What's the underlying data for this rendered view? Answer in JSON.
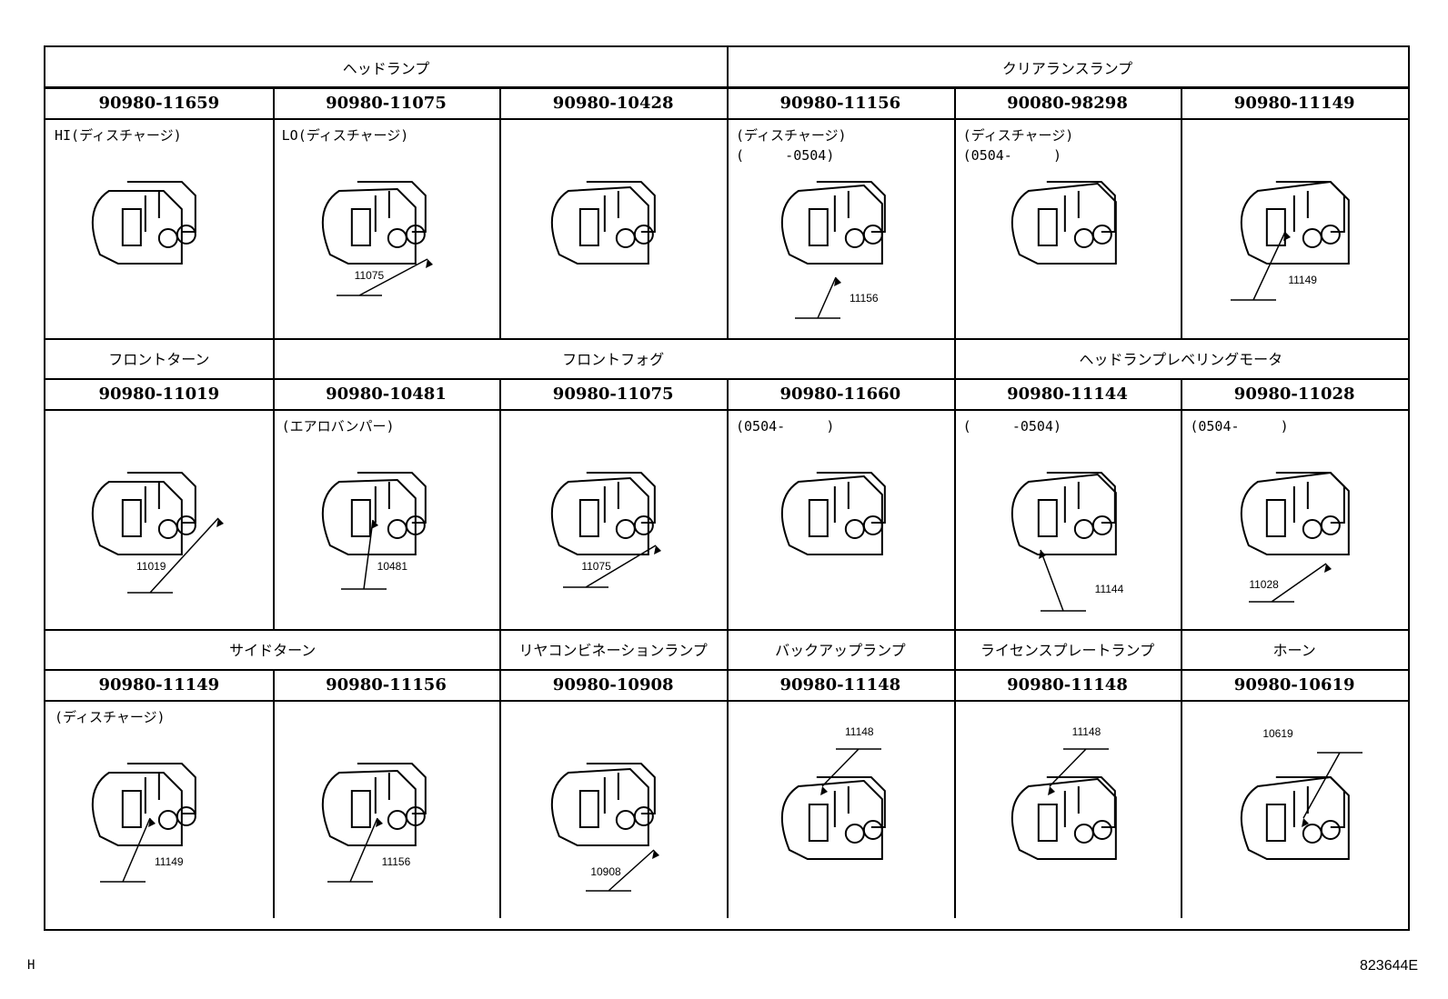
{
  "rows": [
    {
      "categories": [
        {
          "label": "ヘッドランプ"
        },
        {
          "label": "クリアランスランプ"
        }
      ],
      "parts": [
        {
          "part_no": "90980-11659",
          "note": "HI(ディスチャージ)",
          "callout": ""
        },
        {
          "part_no": "90980-11075",
          "note": "LO(ディスチャージ)",
          "callout": "11075"
        },
        {
          "part_no": "90980-10428",
          "note": "",
          "callout": ""
        },
        {
          "part_no": "90980-11156",
          "note": "(ディスチャージ)\n(     -0504)",
          "callout": "11156"
        },
        {
          "part_no": "90080-98298",
          "note": "(ディスチャージ)\n(0504-     )",
          "callout": ""
        },
        {
          "part_no": "90980-11149",
          "note": "",
          "callout": "11149"
        }
      ]
    },
    {
      "categories": [
        {
          "label": "フロントターン"
        },
        {
          "label": "フロントフォグ"
        },
        {
          "label": "ヘッドランプレベリングモータ"
        }
      ],
      "parts": [
        {
          "part_no": "90980-11019",
          "note": "",
          "callout": "11019"
        },
        {
          "part_no": "90980-10481",
          "note": "(エアロバンパー)",
          "callout": "10481"
        },
        {
          "part_no": "90980-11075",
          "note": "",
          "callout": "11075"
        },
        {
          "part_no": "90980-11660",
          "note": "(0504-     )",
          "callout": ""
        },
        {
          "part_no": "90980-11144",
          "note": "(     -0504)",
          "callout": "11144"
        },
        {
          "part_no": "90980-11028",
          "note": "(0504-     )",
          "callout": "11028"
        }
      ]
    },
    {
      "categories": [
        {
          "label": "サイドターン"
        },
        {
          "label": "リヤコンビネーションランプ"
        },
        {
          "label": "バックアップランプ"
        },
        {
          "label": "ライセンスプレートランプ"
        },
        {
          "label": "ホーン"
        }
      ],
      "parts": [
        {
          "part_no": "90980-11149",
          "note": "(ディスチャージ)",
          "callout": "11149"
        },
        {
          "part_no": "90980-11156",
          "note": "",
          "callout": "11156"
        },
        {
          "part_no": "90980-10908",
          "note": "",
          "callout": "10908"
        },
        {
          "part_no": "90980-11148",
          "note": "",
          "callout": "11148"
        },
        {
          "part_no": "90980-11148",
          "note": "",
          "callout": "11148"
        },
        {
          "part_no": "90980-10619",
          "note": "",
          "callout": "10619"
        }
      ]
    }
  ],
  "footer": {
    "left_mark": "H",
    "figure_id": "823644E"
  },
  "icons": [
    "connector-drawing-icon"
  ]
}
